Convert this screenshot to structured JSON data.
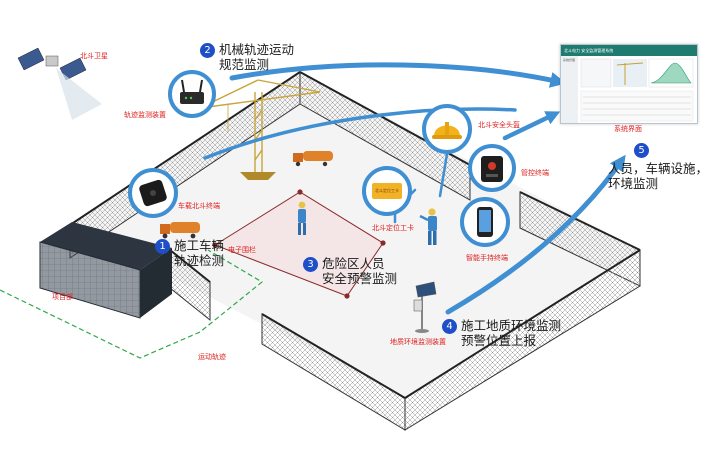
{
  "labels": {
    "satellite": "北斗卫星",
    "track_device": "轨迹监测装置",
    "vehicle_terminal": "车载北斗终端",
    "project_dept": "项目部",
    "motion_track": "运动轨迹",
    "fence": "电子围栏",
    "id_card": "北斗定位工卡",
    "helmet": "北斗安全头盔",
    "control_terminal": "管控终端",
    "handheld": "智能手持终端",
    "geo_device": "地质环境监测装置",
    "system_ui": "系统界面",
    "card_text": "北斗定位工卡",
    "monitor_title": "北斗电力 安全监测管理系统",
    "monitor_side": "系统管理"
  },
  "steps": [
    {
      "num": "1",
      "text": "施工车辆\n轨迹检测"
    },
    {
      "num": "2",
      "text": "机械轨迹运动\n规范监测"
    },
    {
      "num": "3",
      "text": "危险区人员\n安全预警监测"
    },
    {
      "num": "4",
      "text": "施工地质环境监测\n预警位置上报"
    },
    {
      "num": "5",
      "text": "人员，车辆设施，\n环境监测"
    }
  ],
  "colors": {
    "arrow": "#3f8fd2",
    "label": "#e02020",
    "number_badge": "#1f4fc8",
    "zone_fill": "#f4e6e6",
    "zone_edge": "#8a2a2a",
    "track": "#2fa84a",
    "fence": "#333333"
  },
  "icons": [
    "satellite-icon",
    "router-icon",
    "gps-terminal-icon",
    "helmet-icon",
    "control-terminal-icon",
    "handheld-icon",
    "id-card-icon",
    "worker-icon",
    "crane-icon",
    "truck-icon",
    "solar-station-icon",
    "container-building-icon",
    "monitor-screen-icon"
  ]
}
